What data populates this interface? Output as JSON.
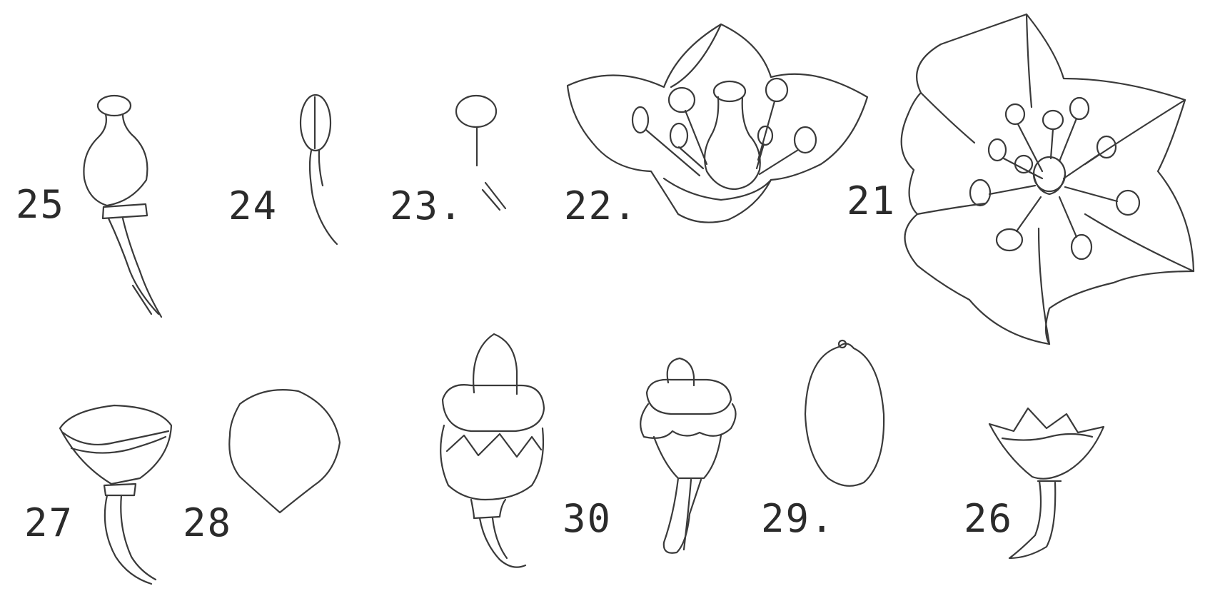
{
  "figures": [
    {
      "id": "fig-21",
      "label": "21",
      "subject": "flower-top-view-icon"
    },
    {
      "id": "fig-22",
      "label": "22.",
      "subject": "flower-section-icon"
    },
    {
      "id": "fig-23",
      "label": "23.",
      "subject": "stamen-icon"
    },
    {
      "id": "fig-24",
      "label": "24",
      "subject": "anther-icon"
    },
    {
      "id": "fig-25",
      "label": "25",
      "subject": "pistil-icon"
    },
    {
      "id": "fig-26",
      "label": "26",
      "subject": "calyx-icon"
    },
    {
      "id": "fig-27",
      "label": "27",
      "subject": "receptacle-icon"
    },
    {
      "id": "fig-28",
      "label": "28",
      "subject": "petal-icon"
    },
    {
      "id": "fig-29",
      "label": "29.",
      "subject": "seed-icon"
    },
    {
      "id": "fig-30",
      "label": "30",
      "subject": "fruit-icon"
    }
  ],
  "colors": {
    "ink": "#3a3a3a",
    "paper": "#ffffff"
  }
}
